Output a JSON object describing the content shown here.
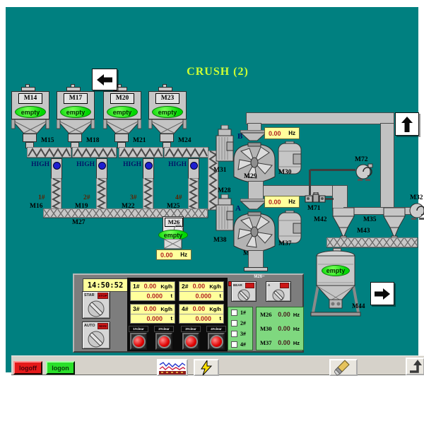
{
  "title": "CRUSH (2)",
  "colors": {
    "background": "#008080",
    "title_text": "#CCFF33",
    "empty_green": "#22DD22",
    "readout_yellow": "#FFFF9C",
    "value_red": "#B22222",
    "alarm_dot_blue": "#1F1FD0",
    "logoff_red": "#E51A1A",
    "logon_green": "#2AE02A"
  },
  "units": [
    {
      "silo": "M14",
      "status": "empty",
      "screw": "M15",
      "alarm": "HIGH",
      "line": "1#",
      "feeder": "M16"
    },
    {
      "silo": "M17",
      "status": "empty",
      "screw": "M18",
      "alarm": "HIGH",
      "line": "2#",
      "feeder": "M19"
    },
    {
      "silo": "M20",
      "status": "empty",
      "screw": "M21",
      "alarm": "HIGH",
      "line": "3#",
      "feeder": "M22"
    },
    {
      "silo": "M23",
      "status": "empty",
      "screw": "M24",
      "alarm": "HIGH",
      "line": "4#",
      "feeder": "M25"
    }
  ],
  "collect_conveyor": "M27",
  "riser": "M28",
  "crusher_b": {
    "tag": "B",
    "mill": "M29",
    "motor_left": "M31",
    "motor_right": "M30",
    "freq": "0.00",
    "freq_unit": "Hz"
  },
  "crusher_a": {
    "tag": "A",
    "mill": "M36",
    "motor_left": "M38",
    "motor_right": "M37",
    "freq": "0.00",
    "freq_unit": "Hz"
  },
  "bin_feeder": {
    "label": "M26",
    "status": "empty",
    "freq": "0.00",
    "freq_unit": "Hz"
  },
  "air_system": {
    "fan_top": "M72",
    "pump": "M71",
    "cyclone_left": "M42",
    "cyclone_right": "M35",
    "fan_right": "M32"
  },
  "discharge": {
    "screw": "M43",
    "silo": "M44",
    "silo_status": "empty"
  },
  "panel": {
    "clock": "14:50:52",
    "start_switch": {
      "left": "STAR",
      "right": "STOP"
    },
    "mode_switch": {
      "left": "AUTO",
      "right": "MAN"
    },
    "group_header": "M26~",
    "aux_switch1": {
      "left": "BEAR",
      "right": ""
    },
    "aux_switch2": {
      "left": "A",
      "right": ""
    },
    "scales": [
      {
        "id": "1#",
        "rate": "0.00",
        "rate_unit": "Kg/h",
        "total": "0.000",
        "total_unit": "t",
        "clear_label": "1#clear"
      },
      {
        "id": "2#",
        "rate": "0.00",
        "rate_unit": "Kg/h",
        "total": "0.000",
        "total_unit": "t",
        "clear_label": "2#clear"
      },
      {
        "id": "3#",
        "rate": "0.00",
        "rate_unit": "Kg/h",
        "total": "0.000",
        "total_unit": "t",
        "clear_label": "3#clear"
      },
      {
        "id": "4#",
        "rate": "0.00",
        "rate_unit": "Kg/h",
        "total": "0.000",
        "total_unit": "t",
        "clear_label": "4#clear"
      }
    ],
    "selectors": [
      "1#",
      "2#",
      "3#",
      "4#"
    ],
    "freq_readouts": [
      {
        "tag": "M26",
        "value": "0.00",
        "unit": "Hz"
      },
      {
        "tag": "M30",
        "value": "0.00",
        "unit": "Hz"
      },
      {
        "tag": "M37",
        "value": "0.00",
        "unit": "Hz"
      }
    ]
  },
  "taskbar": {
    "logoff": "logoff",
    "logon": "logon"
  }
}
